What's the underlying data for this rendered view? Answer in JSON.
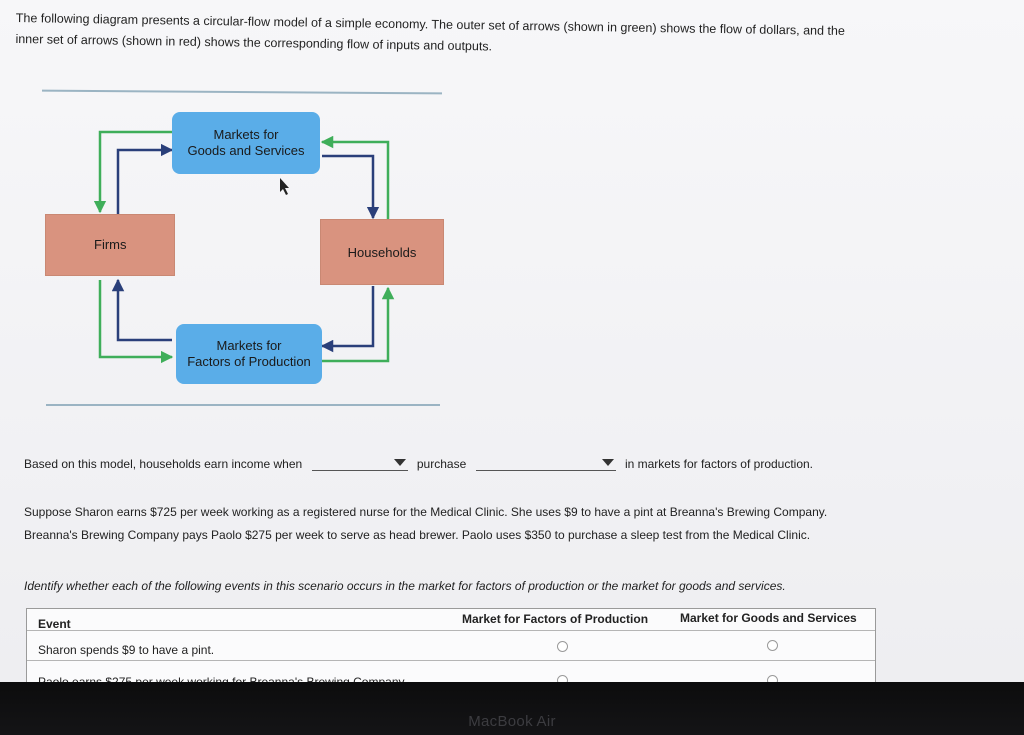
{
  "intro": {
    "line1": "The following diagram presents a circular-flow model of a simple economy. The outer set of arrows (shown in green) shows the flow of dollars, and the",
    "line2": "inner set of arrows (shown in red) shows the corresponding flow of inputs and outputs."
  },
  "diagram": {
    "goods_market": [
      "Markets for",
      "Goods and Services"
    ],
    "factors_market": [
      "Markets for",
      "Factors of Production"
    ],
    "firms": "Firms",
    "households": "Households",
    "colors": {
      "outer_arrows": "#3fae5a",
      "inner_arrows": "#2a3f7a",
      "market_boxes": "#5aade8",
      "agent_boxes": "#d9937f"
    }
  },
  "question": {
    "prefix": "Based on this model, households earn income when",
    "middle": "purchase",
    "suffix": "in markets for factors of production.",
    "dropdown1": {
      "selected": ""
    },
    "dropdown2": {
      "selected": ""
    }
  },
  "scenario": {
    "line1": "Suppose Sharon earns $725 per week working as a registered nurse for the Medical Clinic. She uses $9 to have a pint at Breanna's Brewing Company.",
    "line2": "Breanna's Brewing Company pays Paolo $275 per week to serve as head brewer. Paolo uses $350 to purchase a sleep test from the Medical Clinic."
  },
  "identify": "Identify whether each of the following events in this scenario occurs in the market for factors of production or the market for goods and services.",
  "table": {
    "headers": {
      "event": "Event",
      "factors": "Market for Factors of Production",
      "goods": "Market for Goods and Services"
    },
    "rows": [
      {
        "event": "Sharon spends $9 to have a pint."
      },
      {
        "event": "Paolo earns $275 per week working for Breanna's Brewing Company."
      }
    ]
  },
  "device_label": "MacBook Air"
}
